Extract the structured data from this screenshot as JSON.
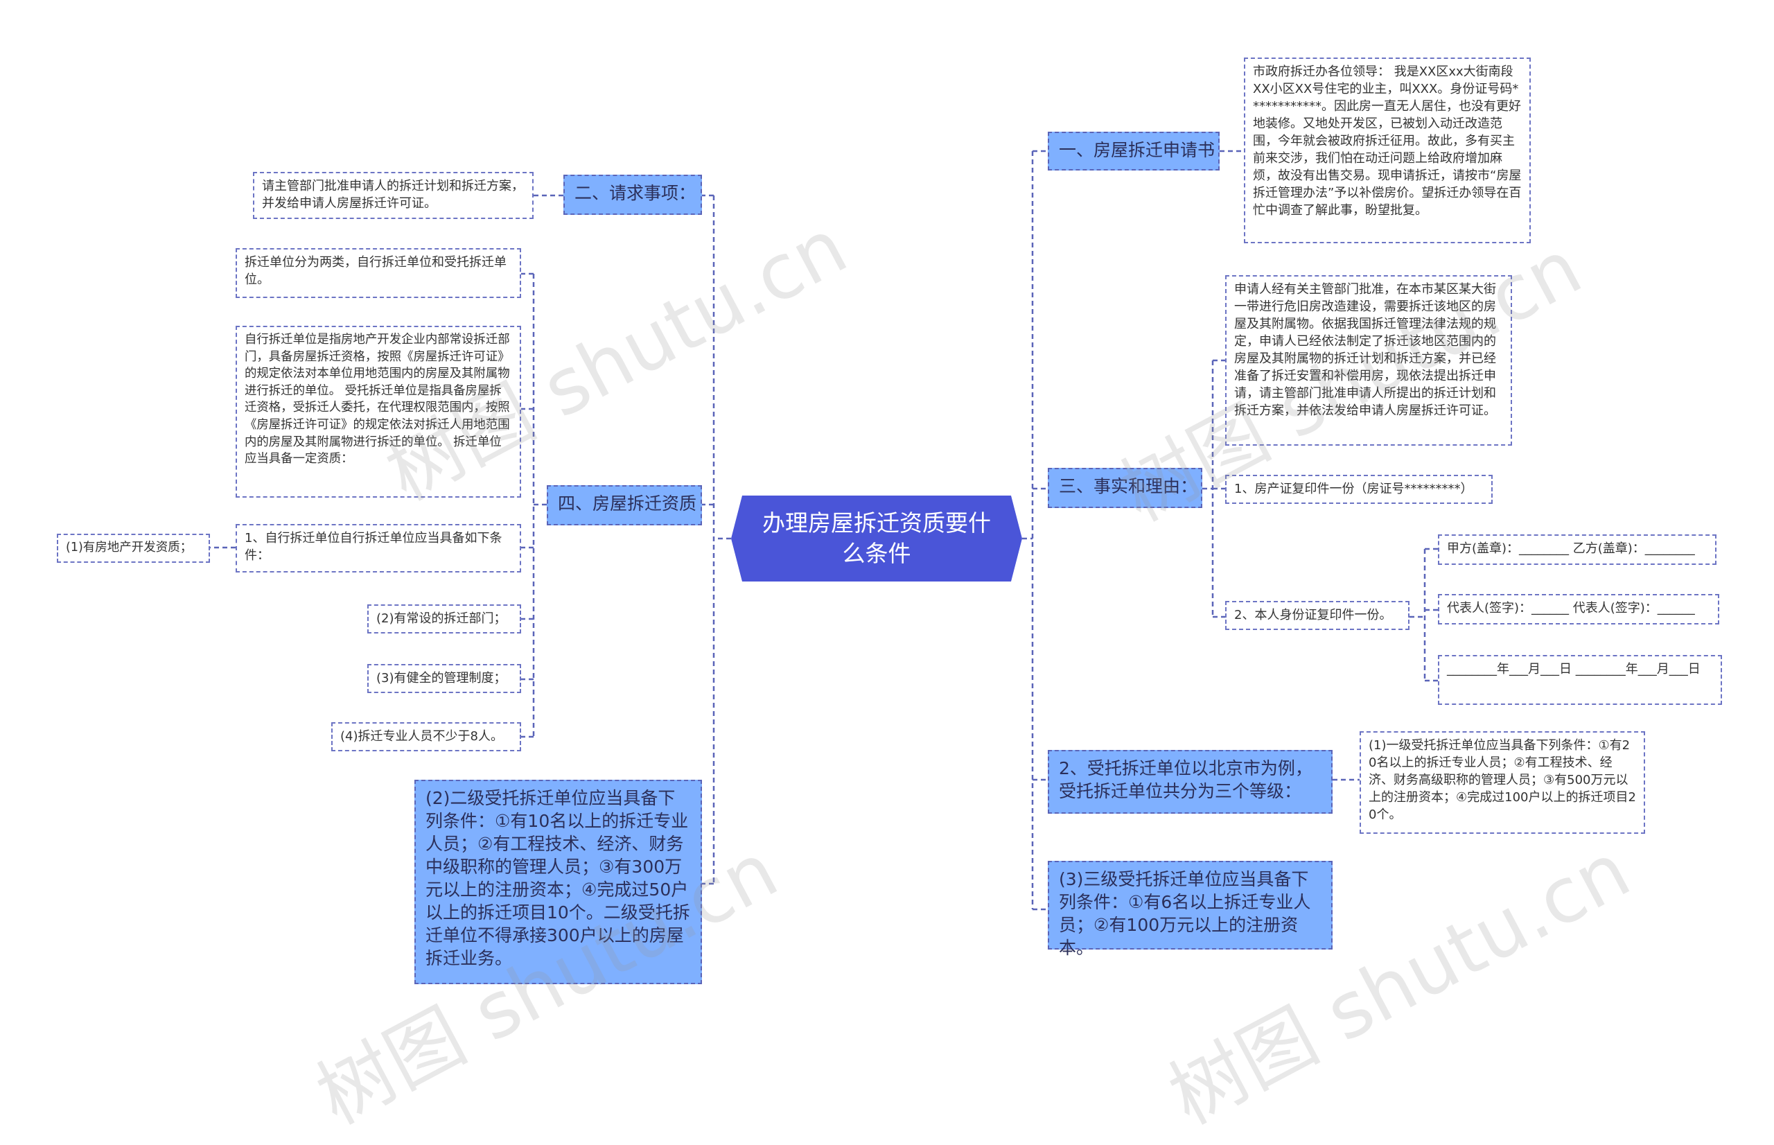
{
  "root": "办理房屋拆迁资质要什么条件",
  "right": {
    "b1": {
      "label": "一、房屋拆迁申请书",
      "leaf": "市政府拆迁办各位领导： 我是XX区xx大街南段XX小区XX号住宅的业主，叫XXX。身份证号码************。因此房一直无人居住，也没有更好地装修。又地处开发区，已被划入动迁改造范围，今年就会被政府拆迁征用。故此，多有买主前来交涉，我们怕在动迁问题上给政府增加麻烦，故没有出售交易。现申请拆迁，请按市“房屋拆迁管理办法”予以补偿房价。望拆迁办领导在百忙中调查了解此事，盼望批复。"
    },
    "b3": {
      "label": "三、事实和理由：",
      "leaf_main": "申请人经有关主管部门批准，在本市某区某大街一带进行危旧房改造建设，需要拆迁该地区的房屋及其附属物。依据我国拆迁管理法律法规的规定，申请人已经依法制定了拆迁该地区范围内的房屋及其附属物的拆迁计划和拆迁方案，并已经准备了拆迁安置和补偿用房，现依法提出拆迁申请，请主管部门批准申请人所提出的拆迁计划和拆迁方案，并依法发给申请人房屋拆迁许可证。",
      "leaf_cert": "1、房产证复印件一份（房证号*********）",
      "leaf_id": "2、本人身份证复印件一份。",
      "sig_party": "甲方(盖章)：________ 乙方(盖章)：________",
      "sig_rep": "代表人(签字)：______ 代表人(签字)：______",
      "sig_date": "________年___月___日 ________年___月___日"
    },
    "b5": {
      "label": "2、受托拆迁单位以北京市为例，受托拆迁单位共分为三个等级：",
      "leaf": "(1)一级受托拆迁单位应当具备下列条件：①有20名以上的拆迁专业人员；②有工程技术、经济、财务高级职称的管理人员；③有500万元以上的注册资本；④完成过100户以上的拆迁项目20个。"
    },
    "b6": {
      "label": "(3)三级受托拆迁单位应当具备下列条件：①有6名以上拆迁专业人员；②有100万元以上的注册资本。"
    }
  },
  "left": {
    "b2": {
      "label": "二、请求事项：",
      "leaf": "请主管部门批准申请人的拆迁计划和拆迁方案，并发给申请人房屋拆迁许可证。"
    },
    "b4": {
      "label": "四、房屋拆迁资质",
      "leaf_types": "拆迁单位分为两类，自行拆迁单位和受托拆迁单位。",
      "leaf_def": "自行拆迁单位是指房地产开发企业内部常设拆迁部门，具备房屋拆迁资格，按照《房屋拆迁许可证》的规定依法对本单位用地范围内的房屋及其附属物进行拆迁的单位。 受托拆迁单位是指具备房屋拆迁资格，受拆迁人委托，在代理权限范围内，按照《房屋拆迁许可证》的规定依法对拆迁人用地范围内的房屋及其附属物进行拆迁的单位。 拆迁单位应当具备一定资质：",
      "leaf_self": "1、自行拆迁单位自行拆迁单位应当具备如下条件：",
      "cond1": "(1)有房地产开发资质；",
      "cond2": "(2)有常设的拆迁部门；",
      "cond3": "(3)有健全的管理制度；",
      "cond4": "(4)拆迁专业人员不少于8人。"
    },
    "b7": {
      "label": "(2)二级受托拆迁单位应当具备下列条件：①有10名以上的拆迁专业人员；②有工程技术、经济、财务中级职称的管理人员；③有300万元以上的注册资本；④完成过50户以上的拆迁项目10个。二级受托拆迁单位不得承接300户以上的房屋拆迁业务。"
    }
  },
  "watermark": [
    "树图 shutu.cn",
    "树图 shutu.cn",
    "树图 shutu.cn",
    "树图 shutu.cn"
  ],
  "colors": {
    "root": "#4a55d8",
    "branch": "#7fb0ff",
    "line": "#5a64b8"
  }
}
